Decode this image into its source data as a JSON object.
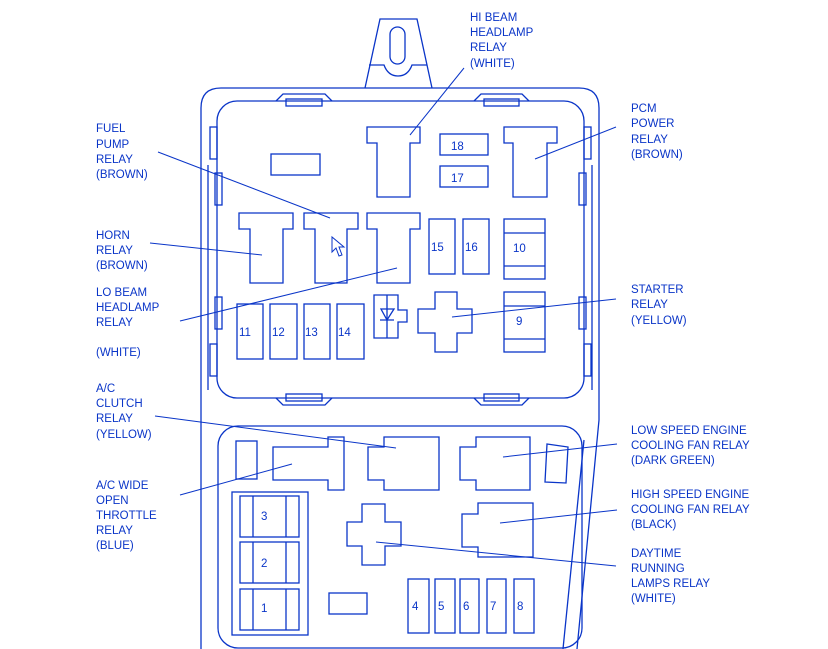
{
  "diagram": {
    "colors": {
      "line": "#0a35c8",
      "background": "#ffffff"
    },
    "labels": {
      "hi_beam": [
        "HI BEAM",
        "HEADLAMP",
        "RELAY",
        "(WHITE)"
      ],
      "fuel_pump": [
        "FUEL",
        "PUMP",
        "RELAY",
        "(BROWN)"
      ],
      "pcm_power": [
        "PCM",
        "POWER",
        "RELAY",
        "(BROWN)"
      ],
      "horn": [
        "HORN",
        "RELAY",
        "(BROWN)"
      ],
      "lo_beam": [
        "LO BEAM",
        "HEADLAMP",
        "RELAY",
        "(WHITE)"
      ],
      "starter": [
        "STARTER",
        "RELAY",
        "(YELLOW)"
      ],
      "ac_clutch": [
        "A/C",
        "CLUTCH",
        "RELAY",
        "(YELLOW)"
      ],
      "low_speed_fan": [
        "LOW SPEED ENGINE",
        "COOLING FAN RELAY",
        "(DARK GREEN)"
      ],
      "ac_wot": [
        "A/C WIDE",
        "OPEN",
        "THROTTLE",
        "RELAY",
        "(BLUE)"
      ],
      "high_speed_fan": [
        "HIGH SPEED ENGINE",
        "COOLING FAN RELAY",
        "(BLACK)"
      ],
      "drl": [
        "DAYTIME",
        "RUNNING",
        "LAMPS RELAY",
        "(WHITE)"
      ]
    },
    "fuses": {
      "f1": "1",
      "f2": "2",
      "f3": "3",
      "f4": "4",
      "f5": "5",
      "f6": "6",
      "f7": "7",
      "f8": "8",
      "f9": "9",
      "f10": "10",
      "f11": "11",
      "f12": "12",
      "f13": "13",
      "f14": "14",
      "f15": "15",
      "f16": "16",
      "f17": "17",
      "f18": "18"
    }
  }
}
